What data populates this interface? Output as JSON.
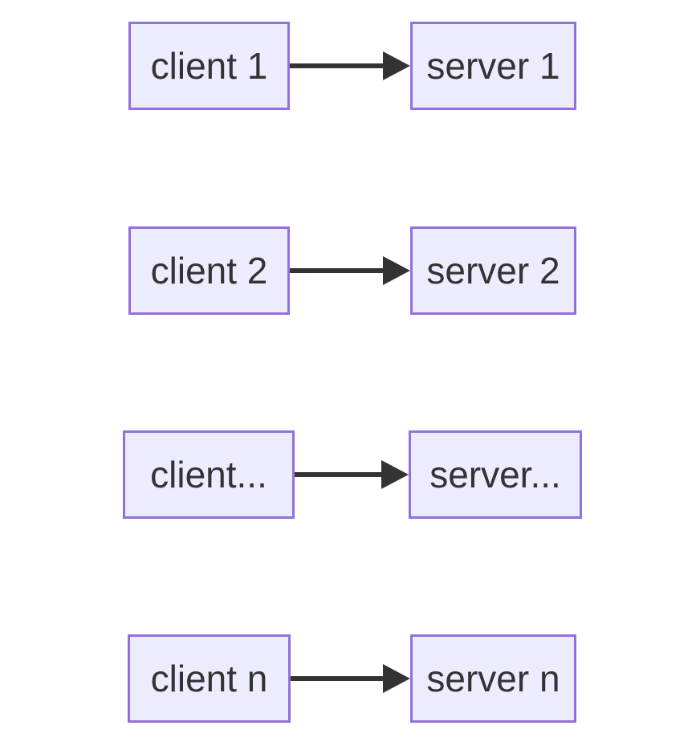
{
  "diagram": {
    "type": "flowchart",
    "direction": "left-to-right",
    "colors": {
      "background": "#ffffff",
      "node_fill": "#ECECFF",
      "node_border": "#9370DB",
      "text": "#333333",
      "edge": "#333333"
    },
    "rows": [
      {
        "client": "client 1",
        "server": "server 1"
      },
      {
        "client": "client 2",
        "server": "server 2"
      },
      {
        "client": "client...",
        "server": "server..."
      },
      {
        "client": "client n",
        "server": "server n"
      }
    ]
  }
}
